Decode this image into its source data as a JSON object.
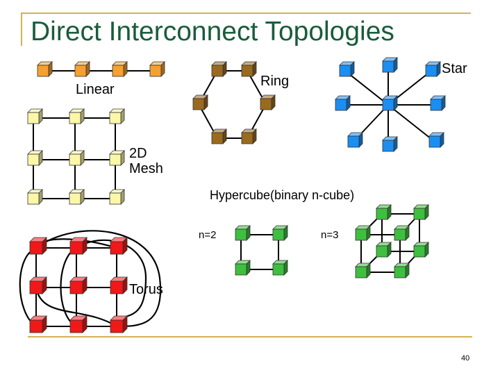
{
  "slide": {
    "title": "Direct Interconnect Topologies",
    "page_number": "40"
  },
  "labels": {
    "linear": "Linear",
    "ring": "Ring",
    "star": "Star",
    "mesh": "2D Mesh",
    "hypercube": "Hypercube(binary n-cube)",
    "n2": "n=2",
    "n3": "n=3",
    "torus": "Torus"
  },
  "colors": {
    "title": "#1a5c3b",
    "frame": "#d4b252",
    "linear_node": "#f7a030",
    "ring_node": "#9a6a1e",
    "star_node": "#1b8ef2",
    "mesh_node": "#fbf7a8",
    "hypercube_node": "#3fbf3f",
    "torus_node": "#f01818"
  }
}
